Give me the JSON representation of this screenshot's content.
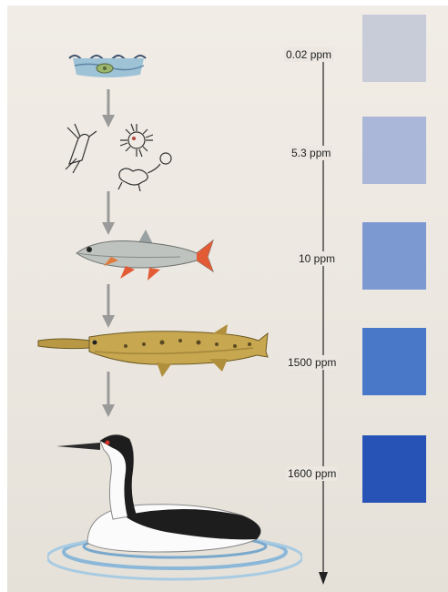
{
  "levels": [
    {
      "label": "0.02 ppm",
      "organism": "water-with-algae",
      "color": "#c8ccd9"
    },
    {
      "label": "5.3 ppm",
      "organism": "zooplankton",
      "color": "#aab7d9"
    },
    {
      "label": "10 ppm",
      "organism": "small-fish",
      "color": "#7d99d2"
    },
    {
      "label": "1500 ppm",
      "organism": "gar-fish",
      "color": "#4a78c9"
    },
    {
      "label": "1600 ppm",
      "organism": "grebe-bird",
      "color": "#2853b6"
    }
  ]
}
